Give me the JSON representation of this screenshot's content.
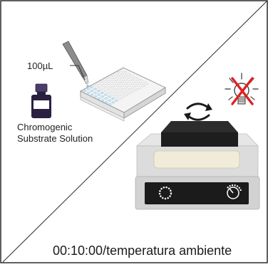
{
  "volume_label": "100µL",
  "substrate_label_line1": "Chromogenic",
  "substrate_label_line2": "Substrate Solution",
  "time_label": "00:10:00",
  "condition_label": "/temperatura ambiente",
  "colors": {
    "border": "#2b2b2b",
    "bottle": "#2a2140",
    "bottle_cap": "#4a3d68",
    "bottle_label": "#ffffff",
    "plate_wells": "#cfe7f3",
    "shaker_body": "#d8d8d8",
    "shaker_front": "#1b1b1b",
    "shaker_plate": "#1e1e1e",
    "no_light_x": "#e02020",
    "rotation_arrow": "#1b1b1b"
  },
  "icons": [
    "pipette-icon",
    "microplate-icon",
    "bottle-icon",
    "rotation-icon",
    "no-light-icon",
    "shaker-icon"
  ]
}
